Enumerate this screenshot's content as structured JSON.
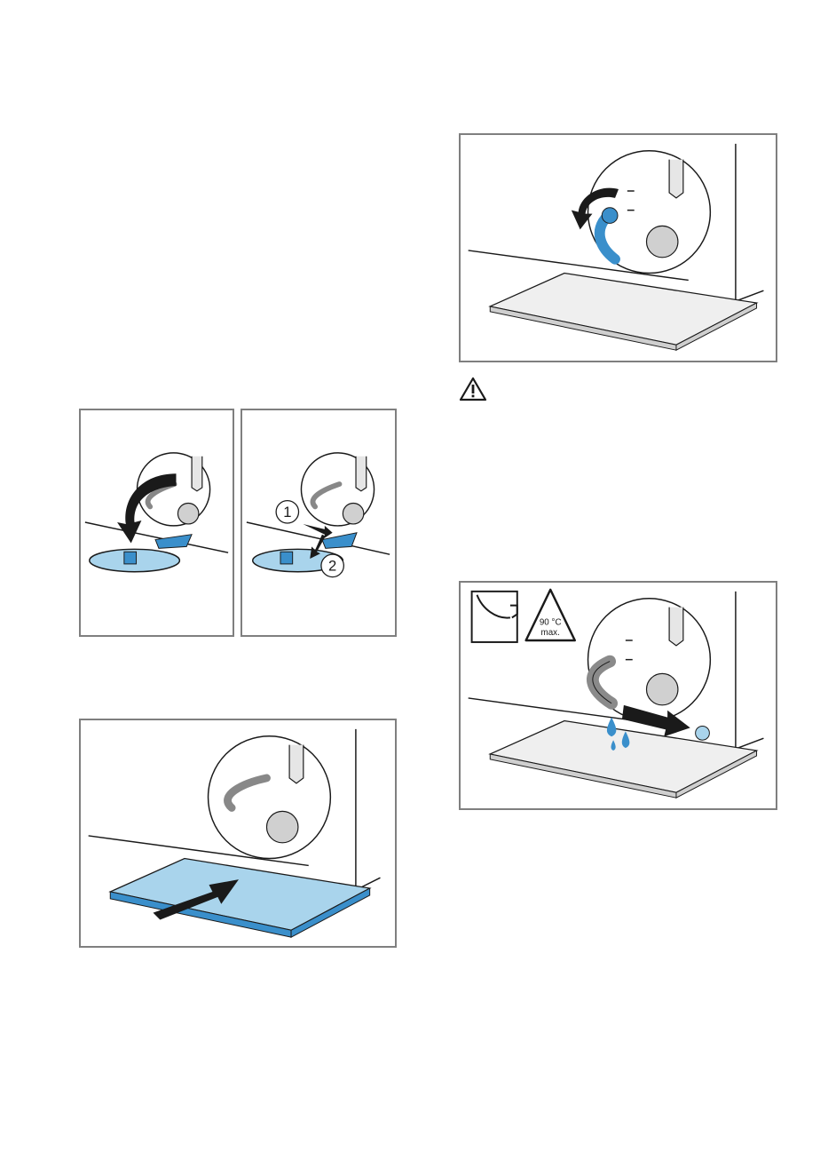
{
  "colors": {
    "accent": "#3a8fcb",
    "accent_light": "#a9d4ec",
    "frame": "#7f7f7f",
    "outline": "#1a1a1a"
  },
  "figures": {
    "step_open_flap": {
      "icon": "open-flap-arrow-icon"
    },
    "step_unclip": {
      "callout_1": "1",
      "callout_2": "2"
    },
    "step_insert_tray": {
      "icon": "push-arrow-icon"
    },
    "step_rotate_plug": {
      "icon": "rotate-arrow-icon"
    },
    "warning": {
      "icon": "warning-triangle-icon"
    },
    "step_drain": {
      "temp_label": "90 °C",
      "temp_sub": "max.",
      "icon": "bucket-icon"
    }
  }
}
